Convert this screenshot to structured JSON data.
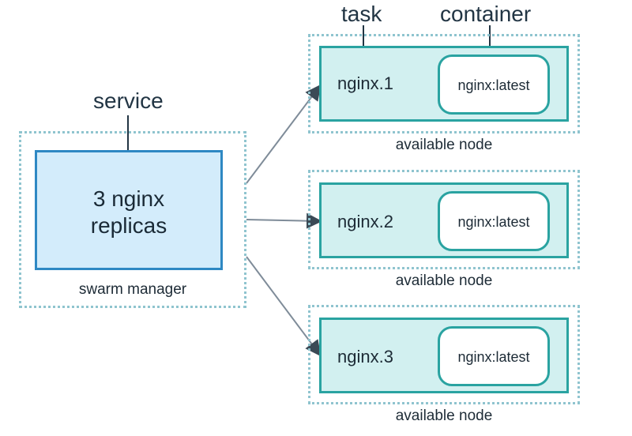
{
  "labels": {
    "service": "service",
    "task": "task",
    "container": "container"
  },
  "manager": {
    "service_text_line1": "3 nginx",
    "service_text_line2": "replicas",
    "caption": "swarm manager"
  },
  "nodes": [
    {
      "task": "nginx.1",
      "container": "nginx:latest",
      "caption": "available node"
    },
    {
      "task": "nginx.2",
      "container": "nginx:latest",
      "caption": "available node"
    },
    {
      "task": "nginx.3",
      "container": "nginx:latest",
      "caption": "available node"
    }
  ],
  "colors": {
    "dotted_border": "#8fc4cf",
    "service_fill": "#d3ecfb",
    "service_border": "#2e88c3",
    "task_fill": "#d2f0f0",
    "task_border": "#2aa3a1",
    "arrow": "#7f8c99"
  }
}
